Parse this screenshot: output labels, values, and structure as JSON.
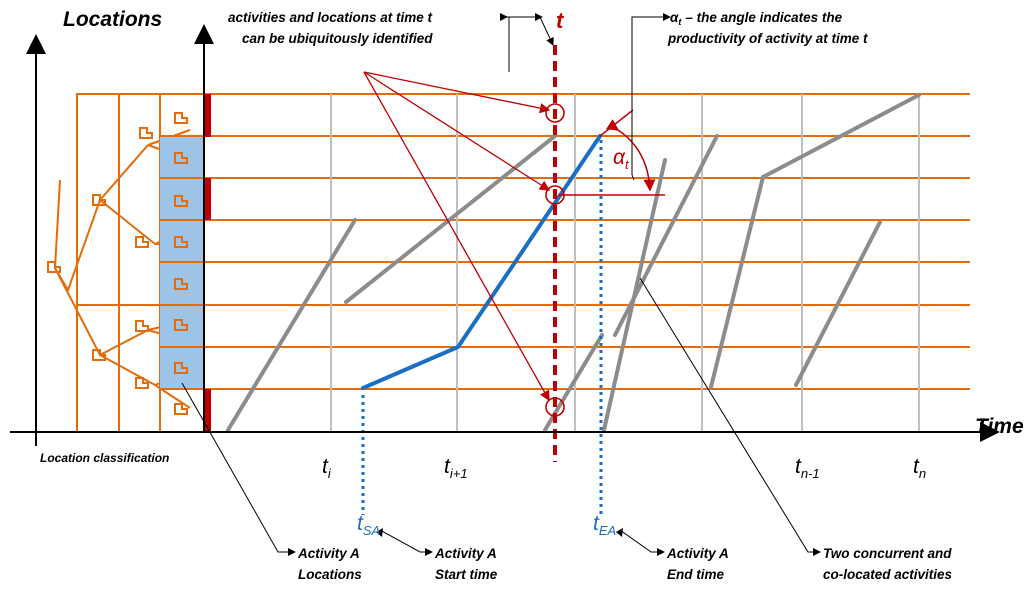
{
  "axes": {
    "y_title": "Locations",
    "x_title": "Time",
    "location_classification": "Location classification"
  },
  "ticks": {
    "t": "t",
    "ti_base": "t",
    "ti_sub": "i",
    "ti1_base": "t",
    "ti1_sub": "i+1",
    "tn1_base": "t",
    "tn1_sub": "n-1",
    "tn_base": "t",
    "tn_sub": "n",
    "tsa_base": "t",
    "tsa_sub": "SA",
    "tea_base": "t",
    "tea_sub": "EA"
  },
  "annotations": {
    "ubiquitous_line1": "activities and locations at time t",
    "ubiquitous_line2": "can be ubiquitously identified",
    "alpha_symbol": "α",
    "alpha_sub": "t",
    "alpha_line1_rest": "– the angle indicates the",
    "alpha_line2": "productivity of activity at time t",
    "activity_locations_1": "Activity A",
    "activity_locations_2": "Locations",
    "activity_start_1": "Activity A",
    "activity_start_2": "Start time",
    "activity_end_1": "Activity A",
    "activity_end_2": "End time",
    "concurrent_1": "Two concurrent and",
    "concurrent_2": "co-located activities"
  },
  "colors": {
    "grid_orange": "#e46c0a",
    "grid_gray": "#bfbfbf",
    "activity_gray": "#8c8c8c",
    "activity_blue": "#1a6fc4",
    "highlight_red": "#c00000",
    "location_fill": "#9dc3e6",
    "axis": "#000000"
  }
}
